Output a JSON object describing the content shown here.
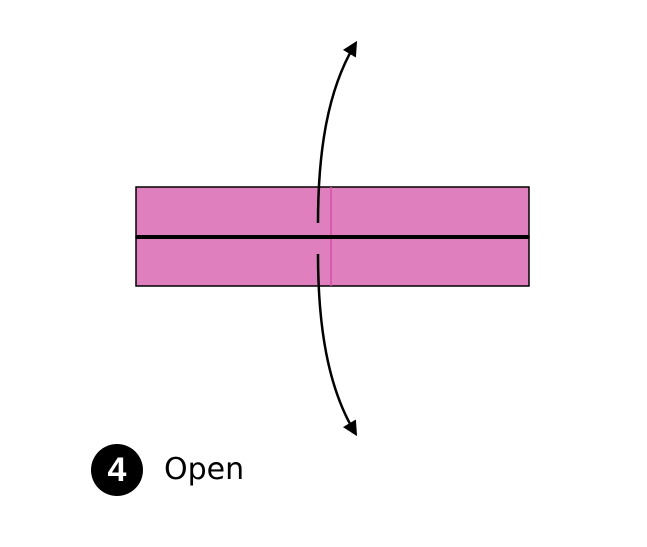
{
  "step": {
    "number": "4",
    "label": "Open"
  },
  "colors": {
    "paper": "#e07fbd",
    "crease": "#d64fa6",
    "outline": "#000000",
    "background": "#ffffff"
  },
  "icons": {
    "arrow_up": "curved-arrow-up-icon",
    "arrow_down": "curved-arrow-down-icon",
    "step_badge": "step-number-badge"
  }
}
